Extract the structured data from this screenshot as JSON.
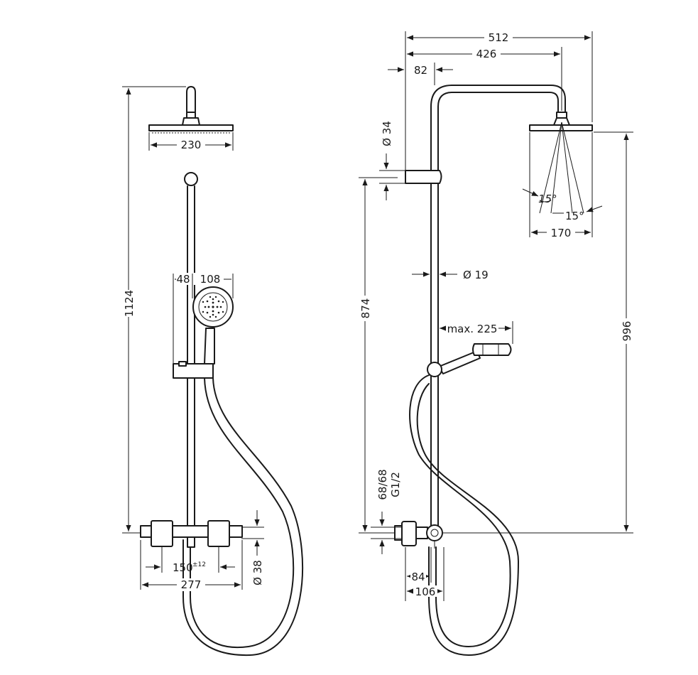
{
  "front_view": {
    "overall_height": "1124",
    "head_width": "230",
    "slider_offset": "48",
    "hand_shower_width": "108",
    "mixer_spacing": "150",
    "mixer_spacing_tolerance": "±12",
    "mixer_width": "277",
    "mixer_diameter": "Ø 38"
  },
  "side_view": {
    "overall_width": "512",
    "arm_projection": "426",
    "wall_offset": "82",
    "holder_diameter": "Ø 34",
    "riser_height": "874",
    "pipe_diameter": "Ø 19",
    "head_diameter": "170",
    "angle_left": "15°",
    "angle_right": "15°",
    "outlet_height": "996",
    "hand_reach": "max. 225",
    "connection_spacing": "68/68",
    "connection_thread": "G1/2",
    "depth_small": "84",
    "depth_large": "106"
  }
}
